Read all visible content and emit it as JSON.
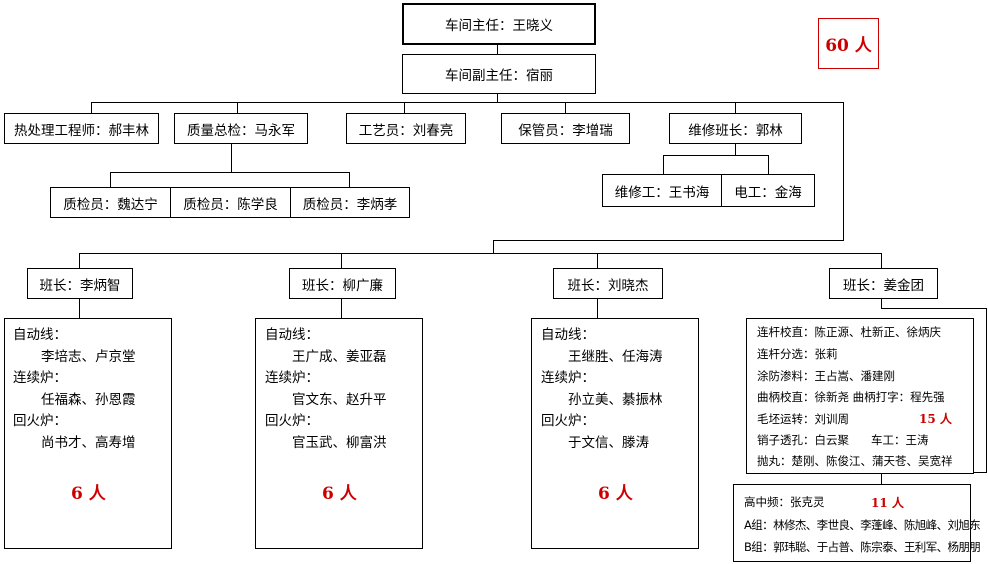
{
  "director": "车间主任：王晓义",
  "deputy": "车间副主任：宿丽",
  "total": "60 人",
  "staff": {
    "heat_engineer": "热处理工程师：郝丰林",
    "quality_chief": "质量总检：马永军",
    "technologist": "工艺员：刘春亮",
    "keeper": "保管员：李增瑞",
    "repair_leader": "维修班长：郭林"
  },
  "inspectors": [
    "质检员：魏达宁",
    "质检员：陈学良",
    "质检员：李炳孝"
  ],
  "repair": [
    "维修工：王书海",
    "电工：金海"
  ],
  "teams": [
    {
      "leader": "班长：李炳智",
      "lines": [
        "自动线：",
        "李培志、卢京堂",
        "连续炉：",
        "任福森、孙恩霞",
        "回火炉：",
        "尚书才、高寿增"
      ],
      "count": "6 人"
    },
    {
      "leader": "班长：柳广廉",
      "lines": [
        "自动线：",
        "王广成、姜亚磊",
        "连续炉：",
        "官文东、赵升平",
        "回火炉：",
        "官玉武、柳富洪"
      ],
      "count": "6 人"
    },
    {
      "leader": "班长：刘晓杰",
      "lines": [
        "自动线：",
        "王继胜、任海涛",
        "连续炉：",
        "孙立美、綦振林",
        "回火炉：",
        "于文信、滕涛"
      ],
      "count": "6 人"
    },
    {
      "leader": "班长：姜金团",
      "lines": [
        "连杆校直：陈正源、杜新正、徐炳庆",
        "连杆分选：张莉",
        "涂防渗料：王占嵩、潘建刚",
        "曲柄校直：徐新尧 曲柄打字：程先强",
        "毛坯运转：刘训周",
        "销子透孔：白云聚",
        "车工：王涛",
        "抛丸：楚刚、陈俊江、蒲天苍、吴宽祥"
      ],
      "count": "15 人",
      "sub": {
        "lines": [
          "高中频：张克灵",
          "A组：林修杰、李世良、李蓬峰、陈旭峰、刘旭东",
          "B组：郭玮聪、于占普、陈宗泰、王利军、杨朋朋"
        ],
        "count": "11 人"
      }
    }
  ]
}
